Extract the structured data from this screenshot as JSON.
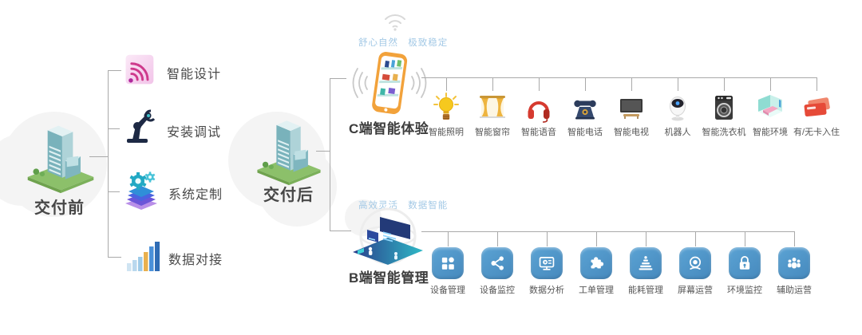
{
  "palette": {
    "connector_line": "#a9a9a9",
    "b_icon_blue": "#4e96c8",
    "phone_orange": "#f2a23b",
    "subtitle_blue": "#a3c9e6",
    "label_dark": "#3c3c3c"
  },
  "pre": {
    "title": "交付前",
    "building_icon": "office-building-icon",
    "items": [
      {
        "label": "智能设计",
        "icon": "wifi-design-icon"
      },
      {
        "label": "安装调试",
        "icon": "robot-arm-icon"
      },
      {
        "label": "系统定制",
        "icon": "gears-stack-icon"
      },
      {
        "label": "数据对接",
        "icon": "bar-chart-icon"
      }
    ]
  },
  "post": {
    "title": "交付后",
    "building_icon": "office-building-icon",
    "c_branch": {
      "subtitle": "舒心自然 极致稳定",
      "title": "C端智能体验",
      "hub_icon": "smart-phone-shelves-icon",
      "items": [
        {
          "label": "智能照明",
          "icon": "light-bulb-icon"
        },
        {
          "label": "智能窗帘",
          "icon": "curtains-icon"
        },
        {
          "label": "智能语音",
          "icon": "headphones-icon"
        },
        {
          "label": "智能电话",
          "icon": "telephone-icon"
        },
        {
          "label": "智能电视",
          "icon": "tv-icon"
        },
        {
          "label": "机器人",
          "icon": "robot-icon"
        },
        {
          "label": "智能洗衣机",
          "icon": "washing-machine-icon"
        },
        {
          "label": "智能环境",
          "icon": "room-environment-icon"
        },
        {
          "label": "有/无卡入住",
          "icon": "key-cards-icon"
        }
      ]
    },
    "b_branch": {
      "subtitle": "高效灵活 数据智能",
      "title": "B端智能管理",
      "hub_icon": "management-platform-icon",
      "items": [
        {
          "label": "设备管理",
          "icon": "grid-icon"
        },
        {
          "label": "设备监控",
          "icon": "share-icon"
        },
        {
          "label": "数据分析",
          "icon": "monitor-icon"
        },
        {
          "label": "工单管理",
          "icon": "puzzle-icon"
        },
        {
          "label": "能耗管理",
          "icon": "pyramid-icon"
        },
        {
          "label": "屏幕运营",
          "icon": "webcam-icon"
        },
        {
          "label": "环境监控",
          "icon": "lock-icon"
        },
        {
          "label": "辅助运营",
          "icon": "people-icon"
        }
      ]
    }
  }
}
